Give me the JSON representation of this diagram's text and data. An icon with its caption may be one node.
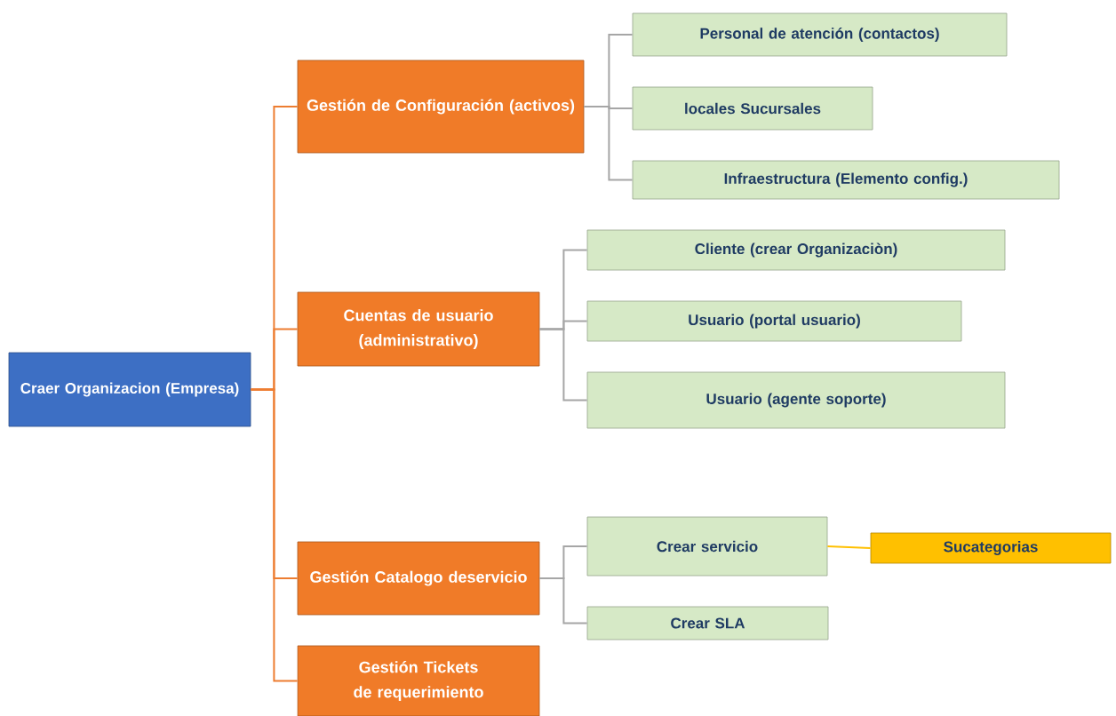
{
  "diagram": {
    "nodes": [
      {
        "text": [
          "Craer Organizacion (Empresa)"
        ]
      },
      {
        "text": [
          "Gestión de Configuración (activos)"
        ]
      },
      {
        "text": [
          "Personal de atención (contactos)"
        ]
      },
      {
        "text": [
          "locales Sucursales"
        ]
      },
      {
        "text": [
          "Infraestructura (Elemento config.)"
        ]
      },
      {
        "text": [
          "Cuentas de usuario (administrativo)"
        ]
      },
      {
        "text": [
          "Cliente (crear Organizaciòn)"
        ]
      },
      {
        "text": [
          "Usuario (portal usuario)"
        ]
      },
      {
        "text": [
          "Usuario (agente soporte)"
        ]
      },
      {
        "text": [
          "Gestión Catalogo deservicio"
        ]
      },
      {
        "text": [
          "Crear servicio"
        ]
      },
      {
        "text": [
          "Crear SLA"
        ]
      },
      {
        "text": [
          "Sucategorias"
        ]
      },
      {
        "text": [
          "Gestión Tickets de requerimiento"
        ]
      }
    ],
    "edges": [
      {
        "from": 0,
        "to": 1,
        "arrow": "none",
        "color": "#ed7d31"
      },
      {
        "from": 0,
        "to": 5,
        "arrow": "none",
        "color": "#ed7d31"
      },
      {
        "from": 0,
        "to": 9,
        "arrow": "none",
        "color": "#ed7d31"
      },
      {
        "from": 0,
        "to": 13,
        "arrow": "none",
        "color": "#ed7d31"
      },
      {
        "from": 1,
        "to": 2,
        "arrow": "none"
      },
      {
        "from": 1,
        "to": 3,
        "arrow": "none"
      },
      {
        "from": 1,
        "to": 4,
        "arrow": "none"
      },
      {
        "from": 5,
        "to": 6,
        "arrow": "none"
      },
      {
        "from": 5,
        "to": 7,
        "arrow": "none"
      },
      {
        "from": 5,
        "to": 8,
        "arrow": "none"
      },
      {
        "from": 9,
        "to": 10,
        "arrow": "none"
      },
      {
        "from": 9,
        "to": 11,
        "arrow": "none"
      },
      {
        "from": 10,
        "to": 12,
        "arrow": "none",
        "color": "#ffc000"
      }
    ]
  }
}
